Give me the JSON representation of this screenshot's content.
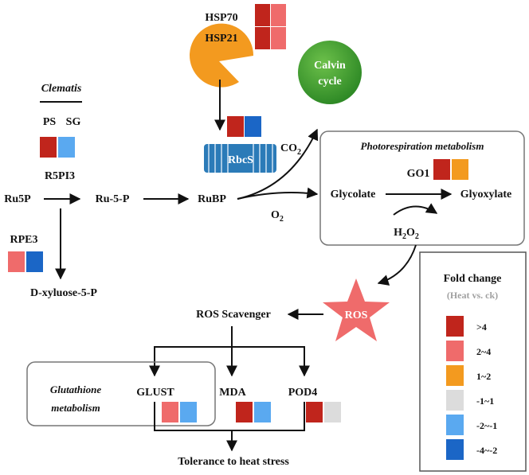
{
  "colors": {
    "gt4": "#c0251c",
    "2to4": "#ef6b6b",
    "1to2": "#f39a1f",
    "m1to1": "#dcdcdc",
    "m2tom1": "#5aa9f0",
    "m4tom2": "#1b66c6"
  },
  "hsp": {
    "line1": "HSP70",
    "line2": "HSP21",
    "fold": [
      "gt4",
      "2to4",
      "gt4",
      "2to4"
    ]
  },
  "calvin": {
    "line1": "Calvin",
    "line2": "cycle"
  },
  "rbcs": {
    "label": "RbcS",
    "fold": [
      "gt4",
      "m4tom2"
    ]
  },
  "clematis": {
    "title": "Clematis",
    "ps": "PS",
    "sg": "SG",
    "fold": [
      "gt4",
      "m2tom1"
    ]
  },
  "genes": {
    "r5pi3": "R5PI3",
    "rpe3": "RPE3",
    "rpe3_fold": [
      "2to4",
      "m4tom2"
    ]
  },
  "metabolites": {
    "ru5p": "Ru5P",
    "ru5p_b": "Ru-5-P",
    "rubp": "RuBP",
    "co2": "CO",
    "o2": "O",
    "xylulose": "D-xyluose-5-P",
    "sub2": "2"
  },
  "photorespiration": {
    "title": "Photorespiration metabolism",
    "go1": "GO1",
    "go1_fold": [
      "gt4",
      "1to2"
    ],
    "glycolate": "Glycolate",
    "glyoxylate": "Glyoxylate",
    "h2o2_h": "H",
    "h2o2_o": "O"
  },
  "ros": {
    "label": "ROS",
    "scavenger": "ROS Scavenger"
  },
  "glutathione": {
    "line1": "Glutathione",
    "line2": "metabolism"
  },
  "scavengers": {
    "glust": "GLUST",
    "glust_fold": [
      "2to4",
      "m2tom1"
    ],
    "mda": "MDA",
    "mda_fold": [
      "gt4",
      "m2tom1"
    ],
    "pod4": "POD4",
    "pod4_fold": [
      "gt4",
      "m1to1"
    ]
  },
  "tolerance": "Tolerance to heat stress",
  "legend": {
    "title": "Fold change",
    "subtitle": "(Heat vs. ck)",
    "items": [
      {
        "key": "gt4",
        "label": ">4"
      },
      {
        "key": "2to4",
        "label": "2~4"
      },
      {
        "key": "1to2",
        "label": "1~2"
      },
      {
        "key": "m1to1",
        "label": "-1~1"
      },
      {
        "key": "m2tom1",
        "label": "-2~-1"
      },
      {
        "key": "m4tom2",
        "label": "-4~-2"
      }
    ]
  }
}
